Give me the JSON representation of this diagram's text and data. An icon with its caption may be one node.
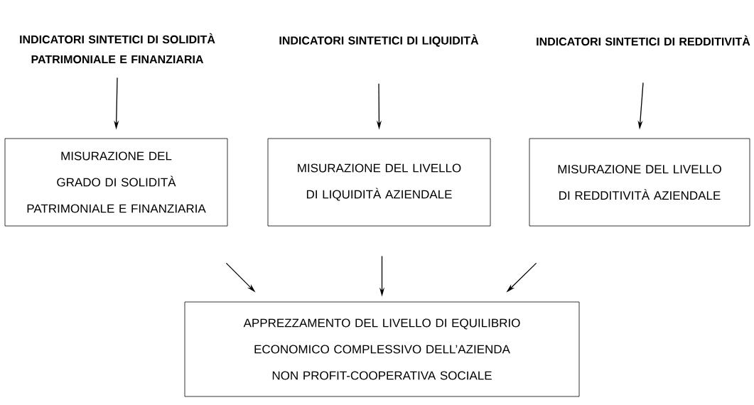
{
  "diagram": {
    "nodes": [
      {
        "text": [
          "INDICATORI SINTETICI DI SOLIDITÀ PATRIMONIALE E FINANZIARIA"
        ]
      },
      {
        "text": [
          "INDICATORI SINTETICI DI LIQUIDITÀ"
        ]
      },
      {
        "text": [
          "INDICATORI SINTETICI DI REDDITIVITÀ"
        ]
      },
      {
        "text": [
          "MISURAZIONE DEL GRADO DI SOLIDITÀ PATRIMONIALE E FINANZIARIA"
        ]
      },
      {
        "text": [
          "MISURAZIONE DEL LIVELLO DI LIQUIDITÀ AZIENDALE"
        ]
      },
      {
        "text": [
          "MISURAZIONE DEL LIVELLO DI REDDITIVITÀ AZIENDALE"
        ]
      },
      {
        "text": [
          "APPREZZAMENTO DEL LIVELLO DI EQUILIBRIO ECONOMICO COMPLESSIVO DELL’AZIENDA NON PROFIT-COOPERATIVA SOCIALE"
        ]
      }
    ],
    "edges": [
      {
        "from": 0,
        "to": 3,
        "arrow": "to"
      },
      {
        "from": 1,
        "to": 4,
        "arrow": "to"
      },
      {
        "from": 2,
        "to": 5,
        "arrow": "to"
      },
      {
        "from": 3,
        "to": 6,
        "arrow": "to"
      },
      {
        "from": 4,
        "to": 6,
        "arrow": "to"
      },
      {
        "from": 5,
        "to": 6,
        "arrow": "to"
      }
    ]
  }
}
